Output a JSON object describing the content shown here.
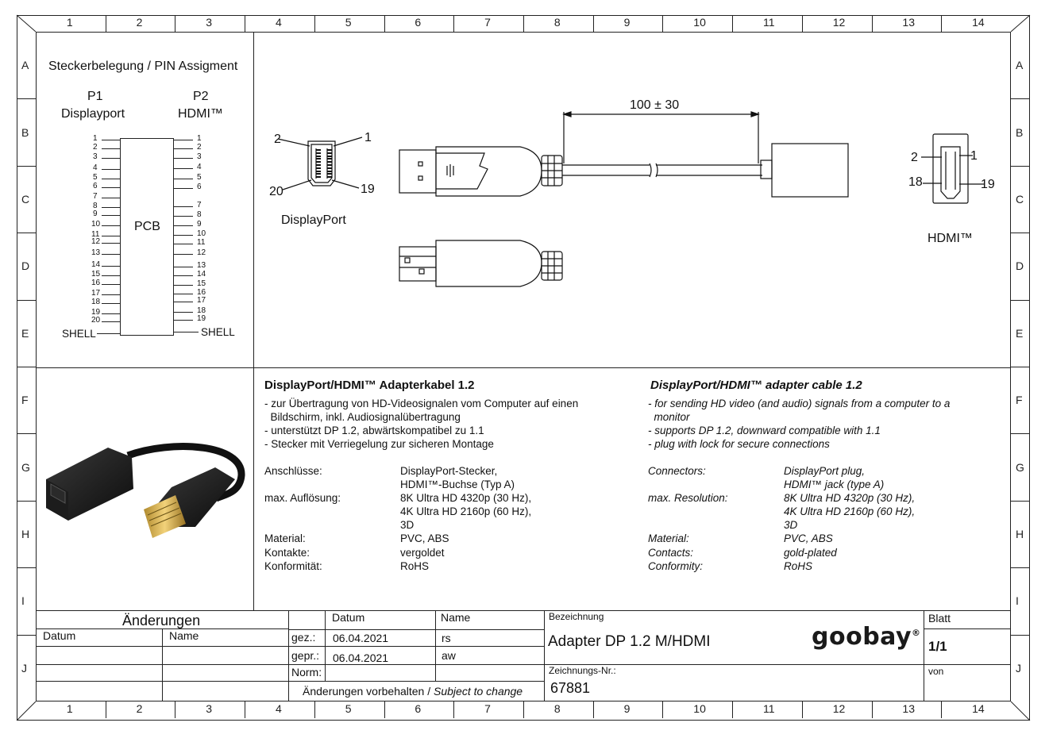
{
  "grid": {
    "columns": [
      "1",
      "2",
      "3",
      "4",
      "5",
      "6",
      "7",
      "8",
      "9",
      "10",
      "11",
      "12",
      "13",
      "14"
    ],
    "rows": [
      "A",
      "B",
      "C",
      "D",
      "E",
      "F",
      "G",
      "H",
      "I",
      "J"
    ]
  },
  "pin_assignment": {
    "title": "Steckerbelegung / PIN Assigment",
    "p1_label": "P1",
    "p1_name": "Displayport",
    "p2_label": "P2",
    "p2_name": "HDMI™",
    "pcb_label": "PCB",
    "left_pins": [
      "1",
      "2",
      "3",
      "4",
      "5",
      "6",
      "7",
      "8",
      "9",
      "10",
      "11",
      "12",
      "13",
      "14",
      "15",
      "16",
      "17",
      "18",
      "19",
      "20"
    ],
    "right_pins": [
      "1",
      "2",
      "3",
      "4",
      "5",
      "6",
      "7",
      "8",
      "9",
      "10",
      "11",
      "12",
      "13",
      "14",
      "15",
      "16",
      "17",
      "18",
      "19"
    ],
    "shell_left": "SHELL",
    "shell_right": "SHELL"
  },
  "drawing": {
    "dimension": "100 ± 30",
    "dp_connector_label": "DisplayPort",
    "hdmi_connector_label": "HDMI™",
    "dp_pin_tl": "2",
    "dp_pin_tr": "1",
    "dp_pin_bl": "20",
    "dp_pin_br": "19",
    "hdmi_pin_tl": "2",
    "hdmi_pin_tr": "1",
    "hdmi_pin_bl": "18",
    "hdmi_pin_br": "19",
    "photo_icon": "adapter-product-photo"
  },
  "spec_de": {
    "title": "DisplayPort/HDMI™ Adapterkabel 1.2",
    "bullets": [
      "- zur Übertragung von HD-Videosignalen vom Computer auf einen",
      "  Bildschirm, inkl. Audiosignalübertragung",
      "- unterstützt DP 1.2, abwärtskompatibel zu 1.1",
      "- Stecker mit Verriegelung zur sicheren Montage"
    ],
    "labels": {
      "connectors": "Anschlüsse:",
      "resolution": "max. Auflösung:",
      "material": "Material:",
      "contacts": "Kontakte:",
      "conformity": "Konformität:"
    },
    "values": {
      "connectors": [
        "DisplayPort-Stecker,",
        "HDMI™-Buchse (Typ A)"
      ],
      "resolution": [
        "8K Ultra HD 4320p (30 Hz),",
        "4K Ultra HD 2160p (60 Hz),",
        "3D"
      ],
      "material": "PVC, ABS",
      "contacts": "vergoldet",
      "conformity": "RoHS"
    }
  },
  "spec_en": {
    "title": "DisplayPort/HDMI™ adapter cable 1.2",
    "bullets": [
      "- for sending HD video (and audio) signals from a computer to a",
      "  monitor",
      "- supports DP 1.2, downward compatible with 1.1",
      "- plug with lock for secure connections"
    ],
    "labels": {
      "connectors": "Connectors:",
      "resolution": "max. Resolution:",
      "material": "Material:",
      "contacts": "Contacts:",
      "conformity": "Conformity:"
    },
    "values": {
      "connectors": [
        "DisplayPort plug,",
        "HDMI™ jack (type A)"
      ],
      "resolution": [
        "8K Ultra HD 4320p (30 Hz),",
        "4K Ultra HD 2160p (60 Hz),",
        "3D"
      ],
      "material": "PVC, ABS",
      "contacts": "gold-plated",
      "conformity": "RoHS"
    }
  },
  "title_block": {
    "changes_header": "Änderungen",
    "changes_date": "Datum",
    "changes_name": "Name",
    "datum_header": "Datum",
    "name_header": "Name",
    "drawn_label": "gez.:",
    "drawn_date": "06.04.2021",
    "drawn_name": "rs",
    "checked_label": "gepr.:",
    "checked_date": "06.04.2021",
    "checked_name": "aw",
    "norm_label": "Norm:",
    "subject_de": "Änderungen vorbehalten / ",
    "subject_en": "Subject to change",
    "designation_label": "Bezeichnung",
    "designation": "Adapter DP 1.2 M/HDMI",
    "drawing_no_label": "Zeichnungs-Nr.:",
    "drawing_no": "67881",
    "sheet_label": "Blatt",
    "sheet_value": "1/1",
    "of_label": "von",
    "brand": "goobay",
    "brand_mark": "®"
  }
}
